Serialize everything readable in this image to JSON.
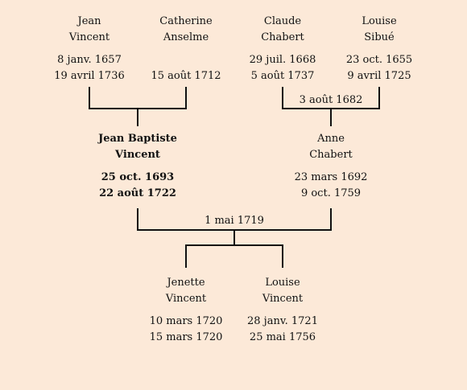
{
  "grandparents_paternal": {
    "father": {
      "first": "Jean",
      "last": "Vincent",
      "birth": "8 janv. 1657",
      "death": "19 avril 1736"
    },
    "mother": {
      "first": "Catherine",
      "last": "Anselme",
      "birth": "",
      "death": "15 août 1712"
    }
  },
  "grandparents_maternal": {
    "father": {
      "first": "Claude",
      "last": "Chabert",
      "birth": "29 juil. 1668",
      "death": "5 août 1737"
    },
    "mother": {
      "first": "Louise",
      "last": "Sibué",
      "birth": "23 oct. 1655",
      "death": "9 avril 1725"
    },
    "marriage": "3 août 1682"
  },
  "parents": {
    "father": {
      "first": "Jean Baptiste",
      "last": "Vincent",
      "birth": "25 oct. 1693",
      "death": "22 août 1722"
    },
    "mother": {
      "first": "Anne",
      "last": "Chabert",
      "birth": "23 mars 1692",
      "death": "9 oct. 1759"
    },
    "marriage": "1 mai 1719"
  },
  "children": [
    {
      "first": "Jenette",
      "last": "Vincent",
      "birth": "10 mars 1720",
      "death": "15 mars 1720"
    },
    {
      "first": "Louise",
      "last": "Vincent",
      "birth": "28 janv. 1721",
      "death": "25 mai 1756"
    }
  ],
  "colors": {
    "background": "#fce9d8",
    "line": "#111111"
  }
}
